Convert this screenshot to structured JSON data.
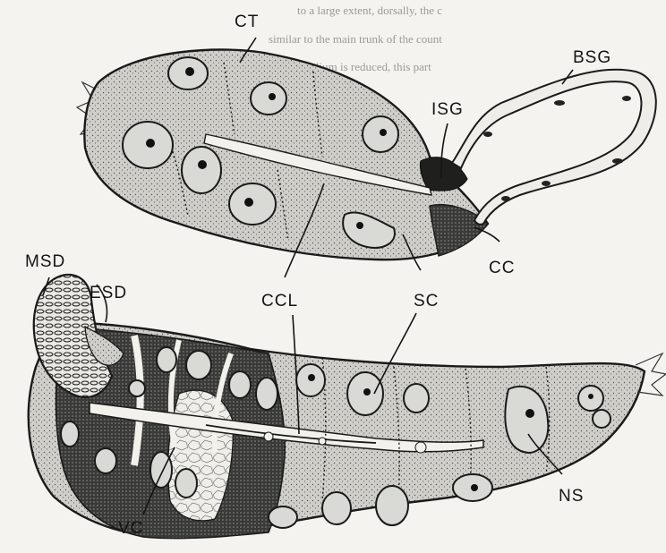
{
  "labels": {
    "ct": "CT",
    "bsg": "BSG",
    "isg": "ISG",
    "cc": "CC",
    "msd": "MSD",
    "esd": "ESD",
    "ccl": "CCL",
    "sc": "SC",
    "ns": "NS",
    "vc": "VC"
  },
  "background_text": [
    "to a large extent, dorsally, the c",
    "similar to the main trunk of the count",
    "the epithelium is reduced, this part"
  ],
  "colors": {
    "paper": "#f4f3ef",
    "tissue": "#c9c8c3",
    "dark_tissue": "#3e3e3c",
    "ink": "#141414"
  }
}
